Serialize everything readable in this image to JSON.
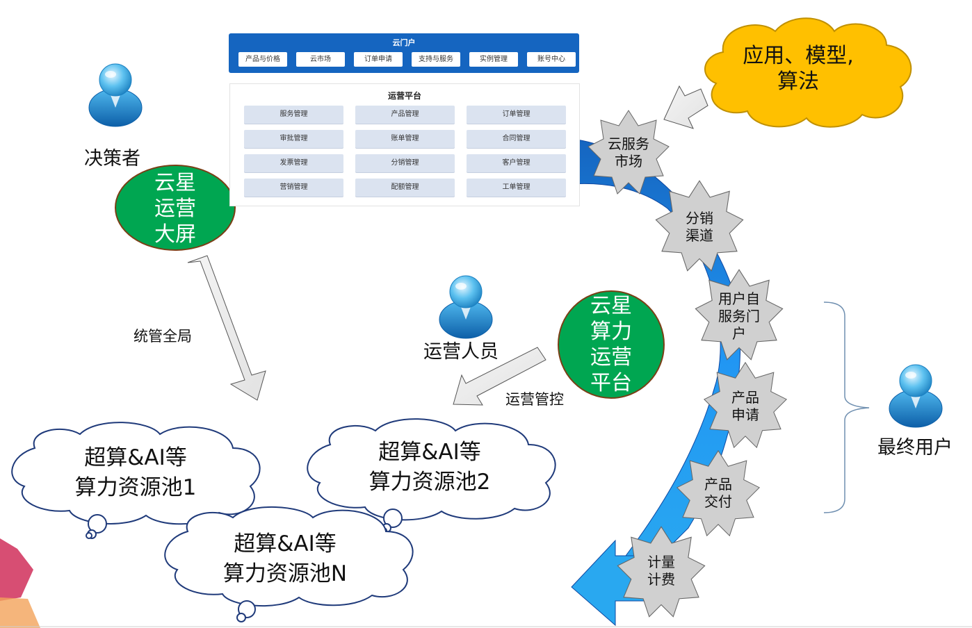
{
  "portal": {
    "title": "云门户",
    "buttons": [
      "产品与价格",
      "云市场",
      "订单申请",
      "支持与服务",
      "实例管理",
      "账号中心"
    ]
  },
  "ops_platform": {
    "title": "运营平台",
    "buttons": [
      "服务管理",
      "产品管理",
      "订单管理",
      "审批管理",
      "账单管理",
      "合同管理",
      "发票管理",
      "分销管理",
      "客户管理",
      "营销管理",
      "配额管理",
      "工单管理"
    ]
  },
  "actors": {
    "decision_maker": "决策者",
    "operator": "运营人员",
    "end_user": "最终用户"
  },
  "ovals": {
    "big_screen": [
      "云星",
      "运营",
      "大屏"
    ],
    "compute_platform": [
      "云星",
      "算力",
      "运营",
      "平台"
    ]
  },
  "arrow_labels": {
    "global": "统管全局",
    "control": "运营管控"
  },
  "clouds": {
    "apps": [
      "应用、模型,",
      "算法"
    ],
    "pool1": [
      "超算&AI等",
      "算力资源池1"
    ],
    "pool2": [
      "超算&AI等",
      "算力资源池2"
    ],
    "poolN": [
      "超算&AI等",
      "算力资源池N"
    ]
  },
  "stages": [
    [
      "云服务",
      "市场"
    ],
    [
      "分销",
      "渠道"
    ],
    [
      "用户自",
      "服务门",
      "户"
    ],
    [
      "产品",
      "申请"
    ],
    [
      "产品",
      "交付"
    ],
    [
      "计量",
      "计费"
    ]
  ],
  "colors": {
    "portal_blue": "#1565c0",
    "oval_green": "#00a651",
    "apps_cloud_yellow": "#ffc000",
    "flow_blue": "#1e88e5",
    "gear_gray": "#d0d0d0"
  }
}
